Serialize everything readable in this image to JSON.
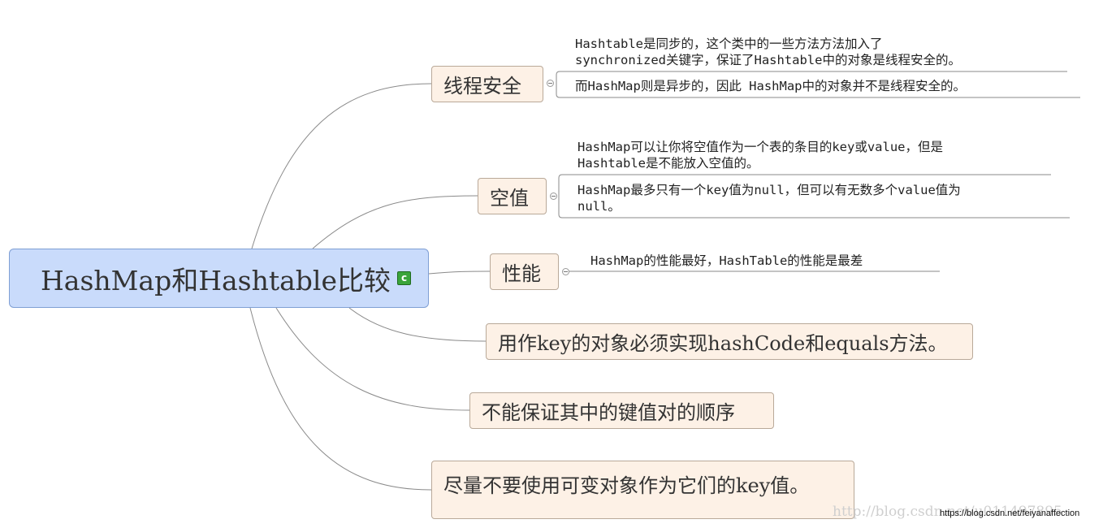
{
  "central": {
    "title": "HashMap和Hashtable比较",
    "badge": "c"
  },
  "topics": {
    "thread_safety": {
      "label": "线程安全",
      "notes": [
        [
          "Hashtable是同步的，这个类中的一些方法方法加入了",
          "synchronized关键字，保证了Hashtable中的对象是线程安全的。"
        ],
        [
          "而HashMap则是异步的，因此 HashMap中的对象并不是线程安全的。"
        ]
      ]
    },
    "null_values": {
      "label": "空值",
      "notes": [
        [
          "HashMap可以让你将空值作为一个表的条目的key或value，但是",
          "Hashtable是不能放入空值的。"
        ],
        [
          "HashMap最多只有一个key值为null，但可以有无数多个value值为",
          "null。"
        ]
      ]
    },
    "performance": {
      "label": "性能",
      "notes": [
        [
          "HashMap的性能最好，HashTable的性能是最差"
        ]
      ]
    },
    "key_methods": {
      "label": "用作key的对象必须实现hashCode和equals方法。"
    },
    "ordering": {
      "label": "不能保证其中的键值对的顺序"
    },
    "mutable_keys": {
      "label": "尽量不要使用可变对象作为它们的key值。"
    }
  },
  "watermark": "http://blog.csdn.net/u011497895",
  "credit": "https://blog.csdn.net/feiyanaffection",
  "colors": {
    "central_fill": "#c9dbfb",
    "central_border": "#7f9fd4",
    "topic_fill": "#fdf1e6",
    "topic_border": "#b9a999",
    "connector": "#8a8a8a",
    "badge": "#3aa43a"
  }
}
